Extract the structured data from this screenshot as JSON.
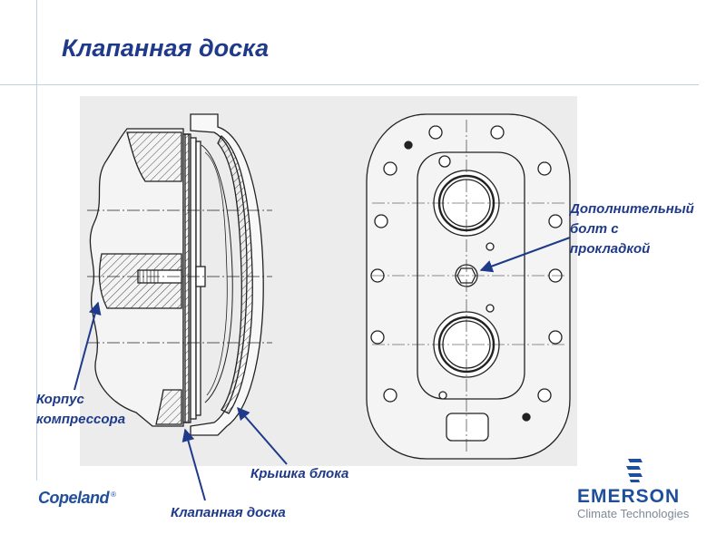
{
  "title": "Клапанная доска",
  "labels": {
    "extra_bolt": "Дополнительный\nболт с\nпрокладкой",
    "compressor_body": "Корпус\nкомпрессора",
    "head_cover": "Крышка блока",
    "valve_plate": "Клапанная доска"
  },
  "logos": {
    "left": "Copeland",
    "right_name": "EMERSON",
    "right_tagline": "Climate Technologies"
  },
  "colors": {
    "accent": "#1f3a8a",
    "guide_lines": "#bcd2e6",
    "drawing_bg": "#ececec"
  }
}
